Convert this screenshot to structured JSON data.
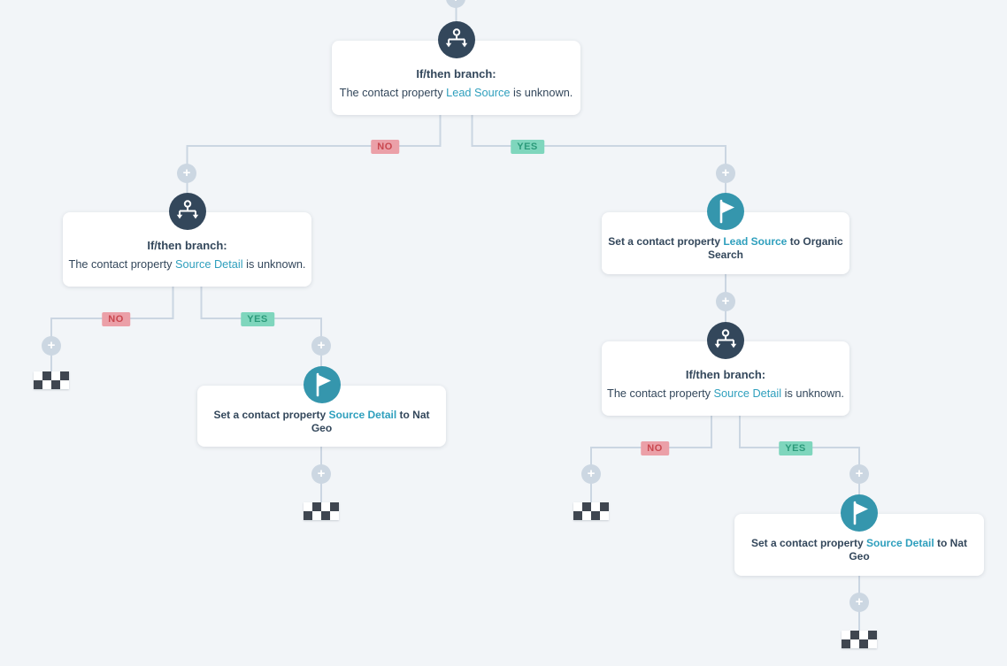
{
  "theme": {
    "background": "#f2f5f8",
    "connector_line": "#cbd6e2",
    "navy_node": "#33475b",
    "teal_node": "#3596ad",
    "property_link": "#2e9fbd",
    "no_badge_bg": "#eba0a8",
    "no_badge_text": "#c9474f",
    "yes_badge_bg": "#7fd6bd",
    "yes_badge_text": "#2b9a7a",
    "end_flag_dark": "#3f4650"
  },
  "connector_labels": {
    "no": "NO",
    "yes": "YES"
  },
  "icons": {
    "plus": "+",
    "branch": "if-then-branch-split",
    "flag": "set-property-flag",
    "end": "checkered-end-flag"
  },
  "nodes": {
    "if_then_lead_source": {
      "title": "If/then branch:",
      "body_pre": "The contact property ",
      "body_link": "Lead Source",
      "body_post": " is unknown."
    },
    "if_then_source_detail_left": {
      "title": "If/then branch:",
      "body_pre": "The contact property ",
      "body_link": "Source Detail",
      "body_post": " is unknown."
    },
    "if_then_source_detail_right": {
      "title": "If/then branch:",
      "body_pre": "The contact property ",
      "body_link": "Source Detail",
      "body_post": " is unknown."
    },
    "set_lead_source": {
      "body_pre": "Set a contact property ",
      "body_link": "Lead Source",
      "body_post": " to Organic Search"
    },
    "set_source_detail_left": {
      "body_pre": "Set a contact property ",
      "body_link": "Source Detail",
      "body_post": " to Nat Geo"
    },
    "set_source_detail_right": {
      "body_pre": "Set a contact property ",
      "body_link": "Source Detail",
      "body_post": " to Nat Geo"
    }
  }
}
